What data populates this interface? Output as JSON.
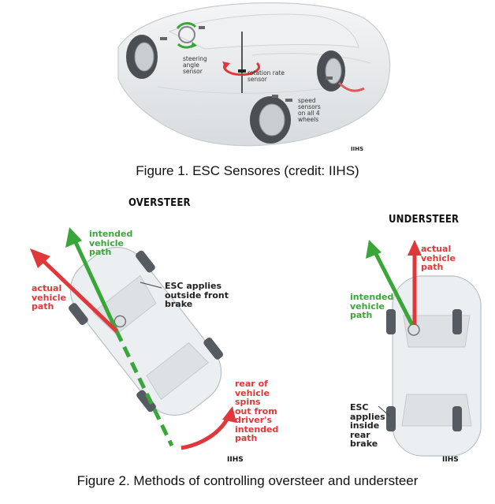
{
  "figure1": {
    "caption": "Figure 1. ESC Sensores (credit: IIHS)",
    "steering_label": [
      "steering",
      "angle",
      "sensor"
    ],
    "rotation_label": [
      "rotation rate",
      "sensor"
    ],
    "speed_label": [
      "speed",
      "sensors",
      "on all 4",
      "wheels"
    ],
    "credit": "IIHS"
  },
  "figure2": {
    "caption": "Figure 2. Methods of controlling oversteer and understeer",
    "oversteer": {
      "heading": "OVERSTEER",
      "intended": [
        "intended",
        "vehicle",
        "path"
      ],
      "actual": [
        "actual",
        "vehicle",
        "path"
      ],
      "esc": [
        "ESC applies",
        "outside front",
        "brake"
      ],
      "rear": [
        "rear of",
        "vehicle",
        "spins",
        "out from",
        "driver's",
        "intended",
        "path"
      ],
      "credit": "IIHS"
    },
    "understeer": {
      "heading": "UNDERSTEER",
      "actual": [
        "actual",
        "vehicle",
        "path"
      ],
      "intended": [
        "intended",
        "vehicle",
        "path"
      ],
      "esc": [
        "ESC",
        "applies",
        "inside",
        "rear",
        "brake"
      ],
      "credit": "IIHS"
    }
  },
  "colors": {
    "green": "#3aa63a",
    "red": "#e0383a",
    "car_body": "#e9ecee",
    "tire": "#555b60"
  }
}
